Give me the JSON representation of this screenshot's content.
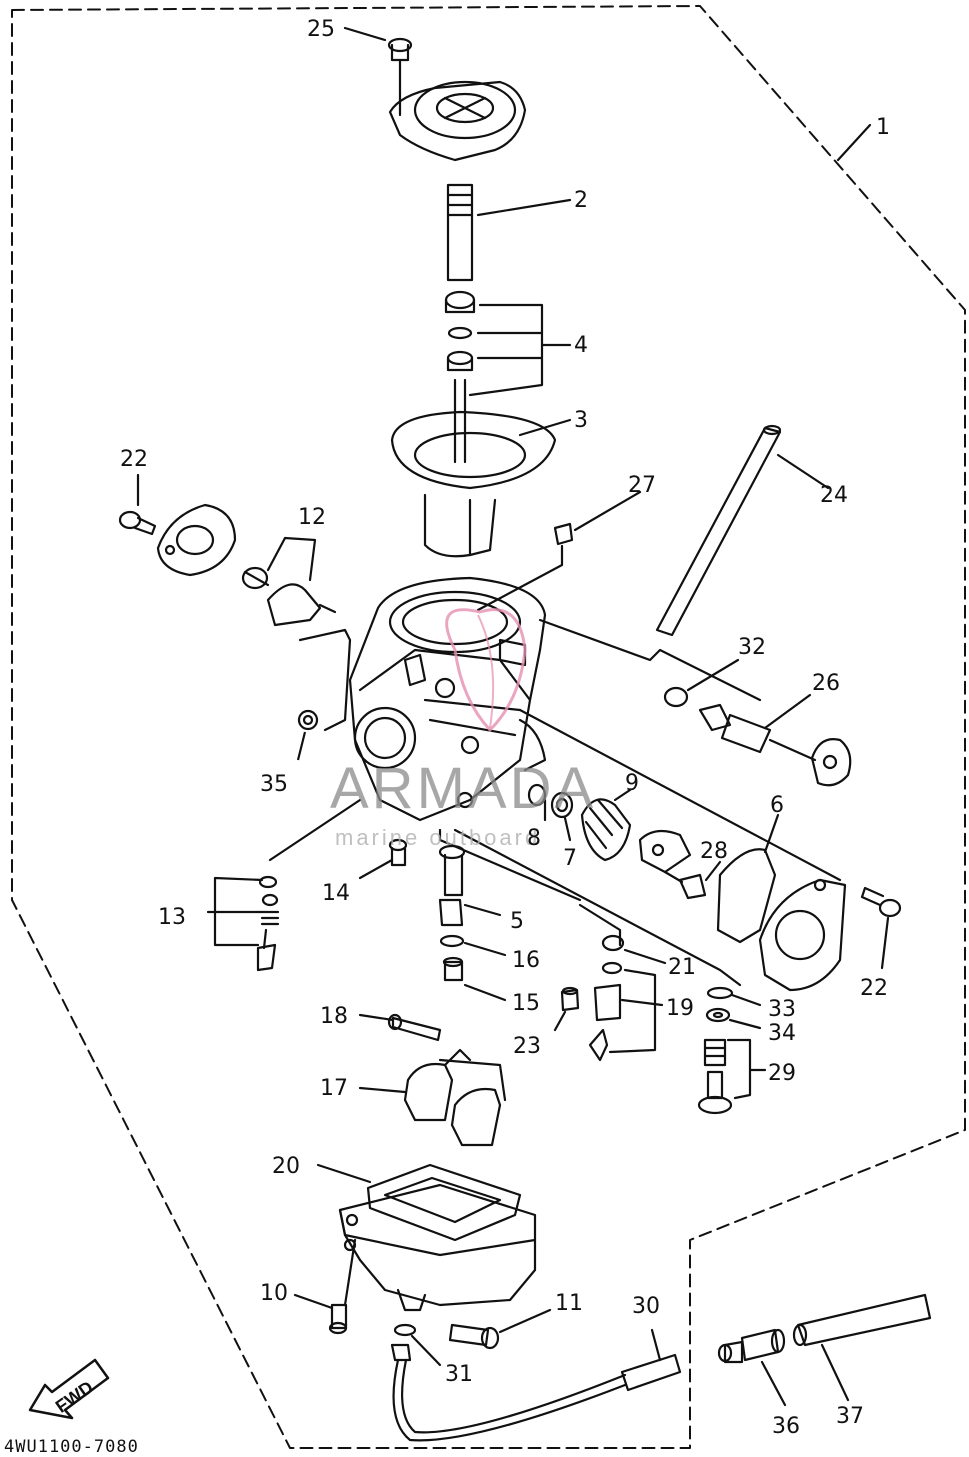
{
  "diagram": {
    "code": "4WU1100-7080",
    "callouts": [
      "1",
      "2",
      "3",
      "4",
      "5",
      "6",
      "7",
      "8",
      "9",
      "10",
      "11",
      "12",
      "13",
      "14",
      "15",
      "16",
      "17",
      "18",
      "19",
      "20",
      "21",
      "22",
      "22",
      "23",
      "24",
      "25",
      "26",
      "27",
      "28",
      "29",
      "30",
      "31",
      "32",
      "33",
      "34",
      "35",
      "36",
      "37"
    ]
  },
  "fwd_label": "FWD",
  "watermark": {
    "brand": "ARMADA",
    "tagline": "marine outboard"
  },
  "colors": {
    "line": "#111111",
    "watermark_logo": "#e58fb0"
  }
}
